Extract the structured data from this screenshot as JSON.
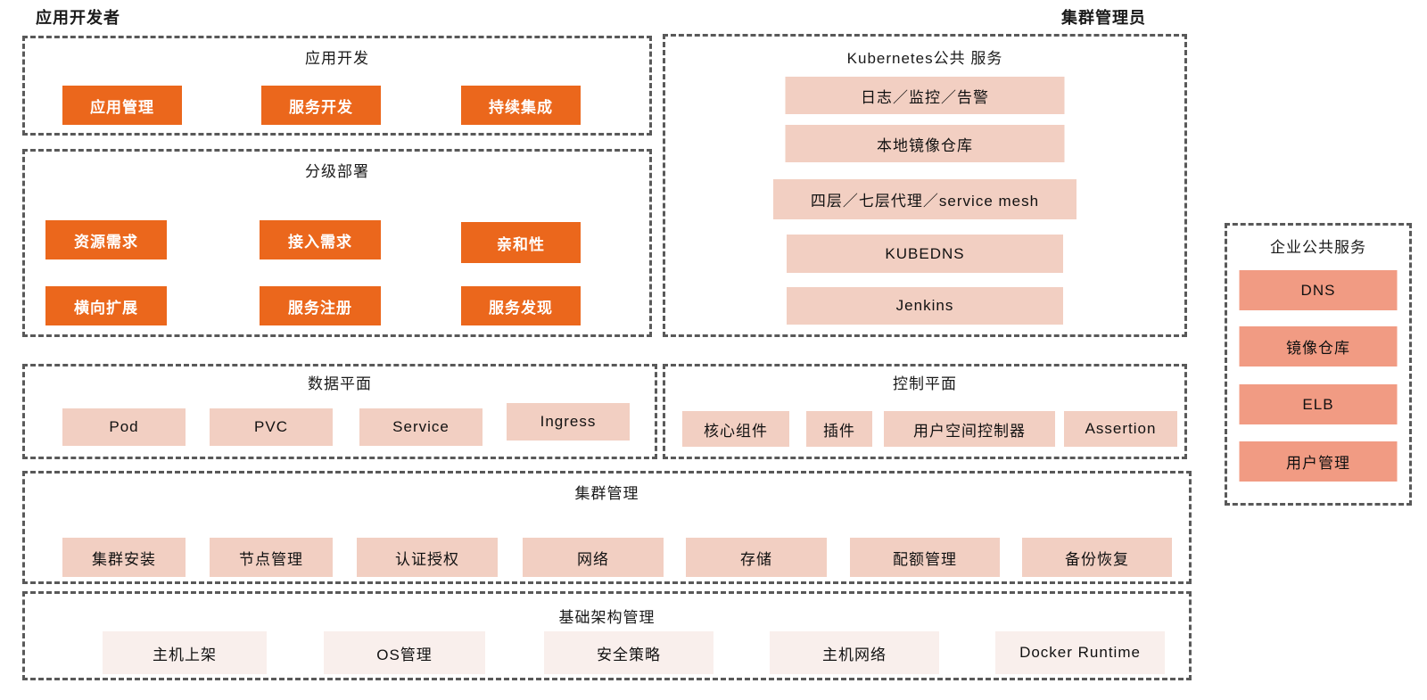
{
  "labels": {
    "app_developer": "应用开发者",
    "cluster_admin": "集群管理员"
  },
  "colors": {
    "orange": "#eb671c",
    "pink": "#f2cfc2",
    "salmon": "#f19b83",
    "light_pink": "#f9efec",
    "dash_border": "#595959",
    "background": "#ffffff"
  },
  "sections": {
    "app_dev": {
      "title": "应用开发",
      "items": [
        "应用管理",
        "服务开发",
        "持续集成"
      ]
    },
    "deploy": {
      "title": "分级部署",
      "items": [
        "资源需求",
        "接入需求",
        "亲和性",
        "横向扩展",
        "服务注册",
        "服务发现"
      ]
    },
    "data_plane": {
      "title": "数据平面",
      "items": [
        "Pod",
        "PVC",
        "Service",
        "Ingress"
      ]
    },
    "k8s_services": {
      "title": "Kubernetes公共 服务",
      "items": [
        "日志／监控／告警",
        "本地镜像仓库",
        "四层／七层代理／service mesh",
        "KUBEDNS",
        "Jenkins"
      ]
    },
    "control_plane": {
      "title": "控制平面",
      "items": [
        "核心组件",
        "插件",
        "用户空间控制器",
        "Assertion"
      ]
    },
    "enterprise": {
      "title": "企业公共服务",
      "items": [
        "DNS",
        "镜像仓库",
        "ELB",
        "用户管理"
      ]
    },
    "cluster_mgmt": {
      "title": "集群管理",
      "items": [
        "集群安装",
        "节点管理",
        "认证授权",
        "网络",
        "存储",
        "配额管理",
        "备份恢复"
      ]
    },
    "infra": {
      "title": "基础架构管理",
      "items": [
        "主机上架",
        "OS管理",
        "安全策略",
        "主机网络",
        "Docker Runtime"
      ]
    }
  }
}
